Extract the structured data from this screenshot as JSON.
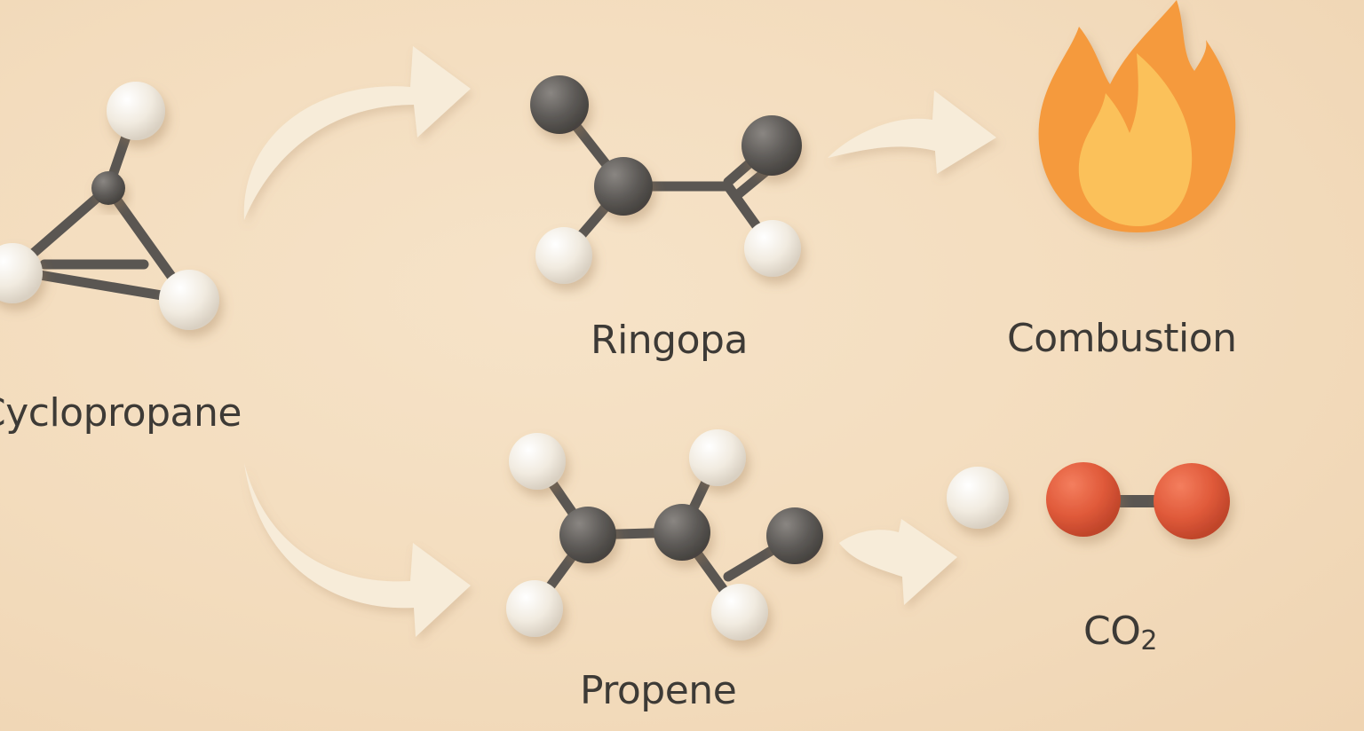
{
  "labels": {
    "cyclopropane": "Cyclopropane",
    "ringopa": "Ringopa",
    "combustion": "Combustion",
    "propene": "Propene",
    "co2_main": "CO",
    "co2_sub": "2"
  },
  "colors": {
    "background": "#f4dec0",
    "carbon_atom": "#5d5a57",
    "hydrogen_atom": "#f2ede3",
    "oxygen_atom": "#e05a3a",
    "bond": "#5a5652",
    "arrow": "#f7ecd9",
    "flame_outer": "#f59a3c",
    "flame_inner": "#fbc15a",
    "text": "#3d3a36"
  },
  "icons": {
    "combustion": "flame-icon"
  }
}
